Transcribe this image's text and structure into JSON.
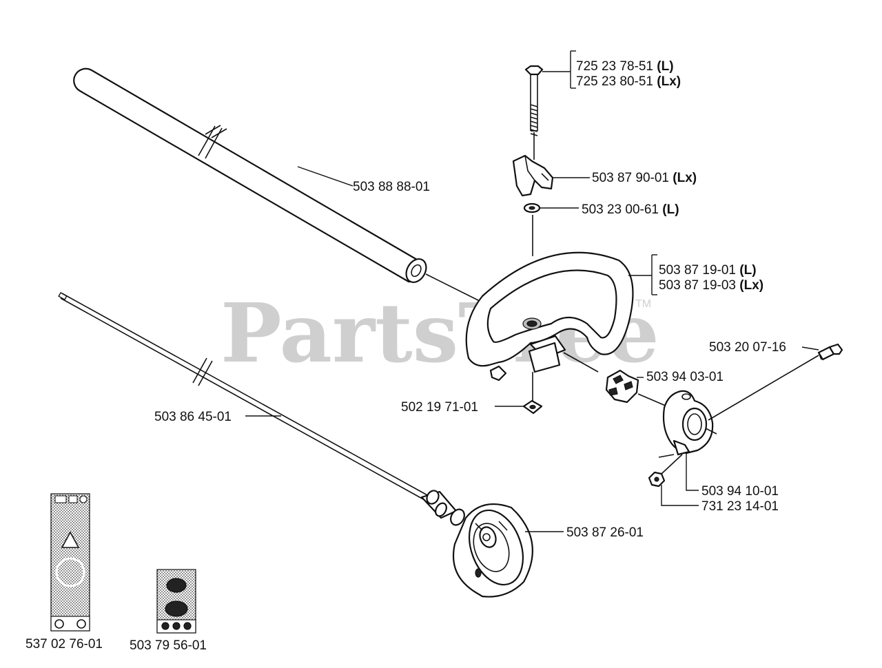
{
  "watermark": {
    "text": "PartsTree",
    "trademark": "TM"
  },
  "parts": [
    {
      "id": "bolt",
      "number": "725 23 78-51",
      "suffix": "(L)"
    },
    {
      "id": "bolt-lx",
      "number": "725 23 80-51",
      "suffix": "(Lx)"
    },
    {
      "id": "tube",
      "number": "503 88 88-01",
      "suffix": ""
    },
    {
      "id": "knob",
      "number": "503 87 90-01",
      "suffix": "(Lx)"
    },
    {
      "id": "washer",
      "number": "503 23 00-61",
      "suffix": "(L)"
    },
    {
      "id": "handle-l",
      "number": "503 87 19-01",
      "suffix": "(L)"
    },
    {
      "id": "handle-lx",
      "number": "503 87 19-03",
      "suffix": "(Lx)"
    },
    {
      "id": "screw",
      "number": "503 20 07-16",
      "suffix": ""
    },
    {
      "id": "damper",
      "number": "503 94 03-01",
      "suffix": ""
    },
    {
      "id": "square-nut",
      "number": "502 19 71-01",
      "suffix": ""
    },
    {
      "id": "drive-shaft",
      "number": "503 86 45-01",
      "suffix": ""
    },
    {
      "id": "clamp",
      "number": "503 94 10-01",
      "suffix": ""
    },
    {
      "id": "nut",
      "number": "731 23 14-01",
      "suffix": ""
    },
    {
      "id": "clutch-drum",
      "number": "503 87 26-01",
      "suffix": ""
    },
    {
      "id": "decal-large",
      "number": "537 02 76-01",
      "suffix": ""
    },
    {
      "id": "decal-small",
      "number": "503 79 56-01",
      "suffix": ""
    }
  ]
}
